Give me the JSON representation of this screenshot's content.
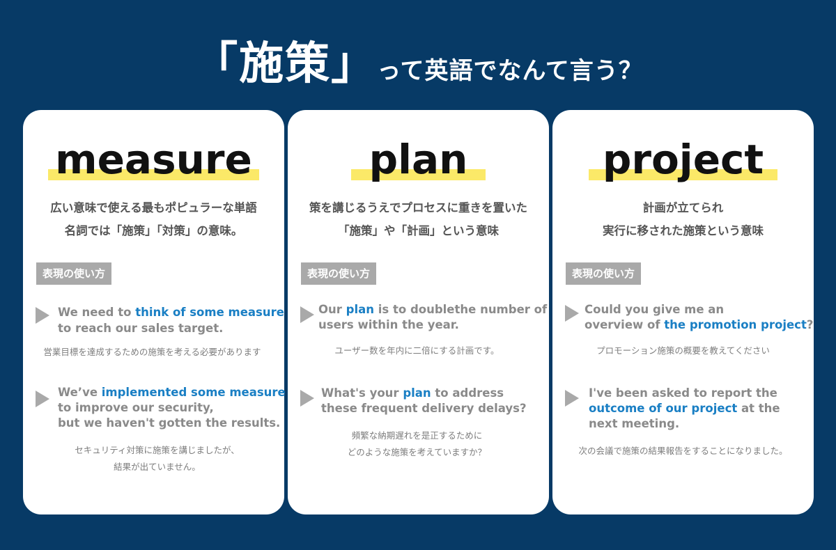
{
  "title": {
    "big": "「施策」",
    "small": "って英語でなんて言う？"
  },
  "cards": [
    {
      "word": "measure",
      "desc": [
        "広い意味で使える最もポピュラーな単語",
        "名詞では「施策」「対策」の意味。"
      ],
      "usage_label": "表現の使い方",
      "examples": [
        {
          "en1_pre": "We need to ",
          "en1_hi": "think of some measure",
          "en1_post": "",
          "en2_pre": " to reach our sales target.",
          "en2_hi": "",
          "en2_post": "",
          "en3": "",
          "ja1": "営業目標を達成するための施策を考える必要があります",
          "ja2": ""
        },
        {
          "en1_pre": "We’ve  ",
          "en1_hi": "implemented some measure",
          "en1_post": "",
          "en2_pre": "to improve our security,",
          "en2_hi": "",
          "en2_post": "",
          "en3": "but we haven't gotten the results.",
          "ja1": "セキュリティ対策に施策を講じましたが、",
          "ja2": "結果が出ていません。"
        }
      ]
    },
    {
      "word": "plan",
      "desc": [
        "策を講じるうえでプロセスに重きを置いた",
        "「施策」や「計画」という意味"
      ],
      "usage_label": "表現の使い方",
      "examples": [
        {
          "en1_pre": "Our ",
          "en1_hi": "plan",
          "en1_post": " is to doublethe number of",
          "en2_pre": "users within the year.",
          "en2_hi": "",
          "en2_post": "",
          "en3": "",
          "ja1": "ユーザー数を年内に二倍にする計画です。",
          "ja2": ""
        },
        {
          "en1_pre": "What's your ",
          "en1_hi": "plan",
          "en1_post": " to address",
          "en2_pre": "these frequent delivery delays?",
          "en2_hi": "",
          "en2_post": "",
          "en3": "",
          "ja1": "頻繁な納期遅れを是正するために",
          "ja2": "どのような施策を考えていますか？"
        }
      ]
    },
    {
      "word": "project",
      "desc": [
        "計画が立てられ",
        "実行に移された施策という意味"
      ],
      "usage_label": "表現の使い方",
      "examples": [
        {
          "en1_pre": "Could you give me an",
          "en1_hi": "",
          "en1_post": "",
          "en2_pre": "overview of ",
          "en2_hi": "the promotion project",
          "en2_post": "?",
          "en3": "",
          "ja1": "プロモーション施策の概要を教えてください",
          "ja2": ""
        },
        {
          "en1_pre": "I've been asked to report the",
          "en1_hi": "",
          "en1_post": "",
          "en2_pre": "",
          "en2_hi": "outcome of our project",
          "en2_post": " at the",
          "en3": "next meeting.",
          "ja1": "次の会議で施策の結果報告をすることになりました。",
          "ja2": ""
        }
      ]
    }
  ]
}
